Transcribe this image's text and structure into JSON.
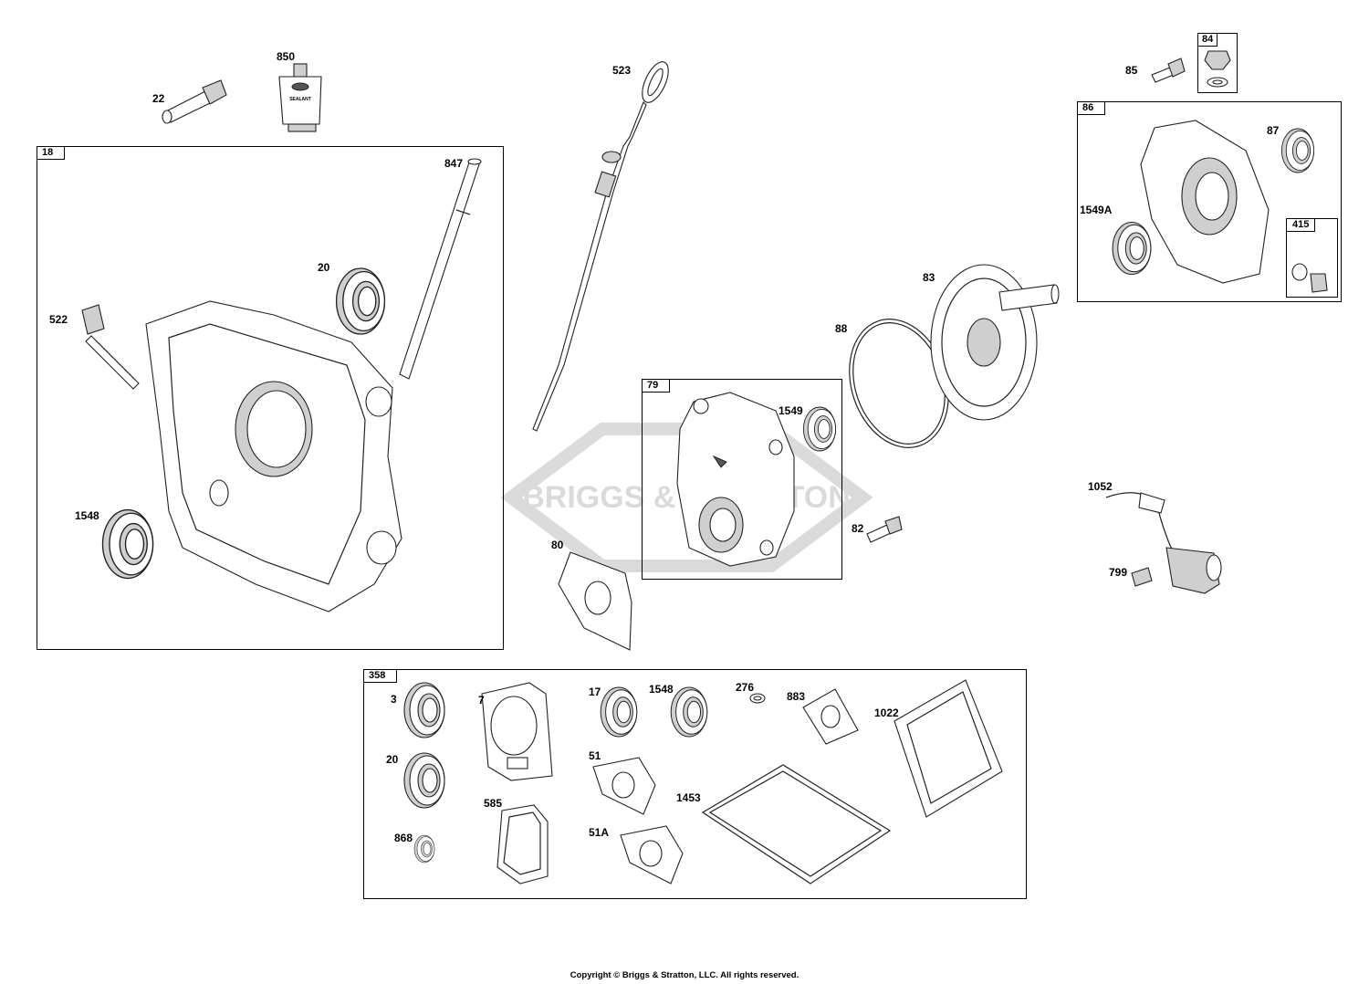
{
  "groups": {
    "g18": "18",
    "g358": "358",
    "g79": "79",
    "g86": "86",
    "g84": "84",
    "g415": "415"
  },
  "callouts": {
    "c22": "22",
    "c850": "850",
    "c523": "523",
    "c85": "85",
    "c847": "847",
    "c20a": "20",
    "c522": "522",
    "c1548a": "1548",
    "c87": "87",
    "c1549a": "1549A",
    "c83": "83",
    "c88": "88",
    "c1549": "1549",
    "c82": "82",
    "c80": "80",
    "c1052": "1052",
    "c799": "799",
    "c3": "3",
    "c7": "7",
    "c17": "17",
    "c1548b": "1548",
    "c276": "276",
    "c883": "883",
    "c1022": "1022",
    "c20b": "20",
    "c51": "51",
    "c1453": "1453",
    "c585": "585",
    "c51a": "51A",
    "c868": "868"
  },
  "watermark": "BRIGGS & STRATTON",
  "sealant_tube_text": "SEALANT",
  "footer": "Copyright © Briggs & Stratton, LLC. All rights reserved."
}
